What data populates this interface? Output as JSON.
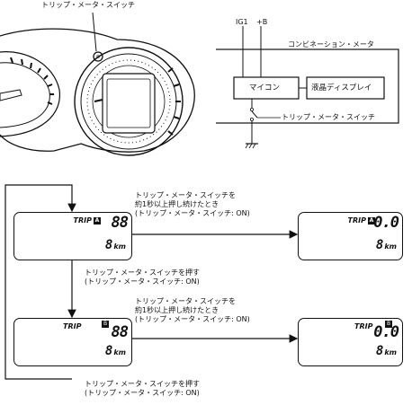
{
  "cluster": {
    "switch_label": "トリップ・メータ・スイッチ"
  },
  "circuit": {
    "ig1": "IG1",
    "plus_b": "+B",
    "module": "コンビネーション・メータ",
    "mcu": "マイコン",
    "lcd": "液晶ディスプレイ",
    "switch": "トリップ・メータ・スイッチ"
  },
  "flow": {
    "trip": "TRIP",
    "badge_a": "A",
    "badge_b": "B",
    "reading_88": "88",
    "reading_00": "0.0",
    "odo_value": "8",
    "odo_unit": "km",
    "hold_line1": "トリップ・メータ・スイッチを",
    "hold_line2": "約1秒以上押し続けたとき",
    "hold_line3": "(トリップ・メータ・スイッチ: ON)",
    "press_line1": "トリップ・メータ・スイッチを押す",
    "press_line2": "(トリップ・メータ・スイッチ: ON)"
  }
}
